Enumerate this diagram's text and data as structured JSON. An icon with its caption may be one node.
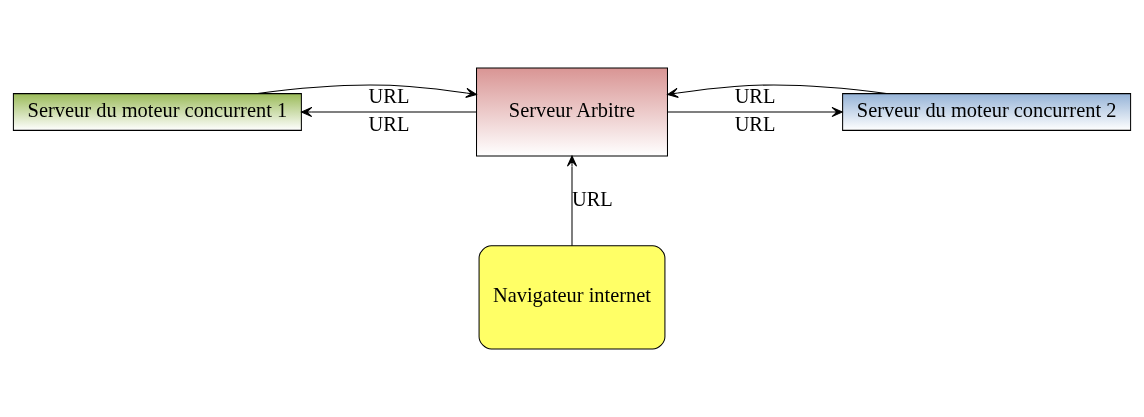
{
  "diagram": {
    "nodes": [
      {
        "text": [
          "Serveur du moteur concurrent 1"
        ]
      },
      {
        "text": [
          "Serveur Arbitre"
        ]
      },
      {
        "text": [
          "Serveur du moteur concurrent 2"
        ]
      },
      {
        "text": [
          "Navigateur internet"
        ]
      }
    ],
    "edges": [
      {
        "from": 1,
        "to": 0,
        "arrow": "to",
        "label": "URL"
      },
      {
        "from": 0,
        "to": 1,
        "arrow": "to",
        "label": "URL"
      },
      {
        "from": 1,
        "to": 2,
        "arrow": "to",
        "label": "URL"
      },
      {
        "from": 2,
        "to": 1,
        "arrow": "to",
        "label": "URL"
      },
      {
        "from": 3,
        "to": 1,
        "arrow": "to",
        "label": "URL"
      }
    ]
  }
}
